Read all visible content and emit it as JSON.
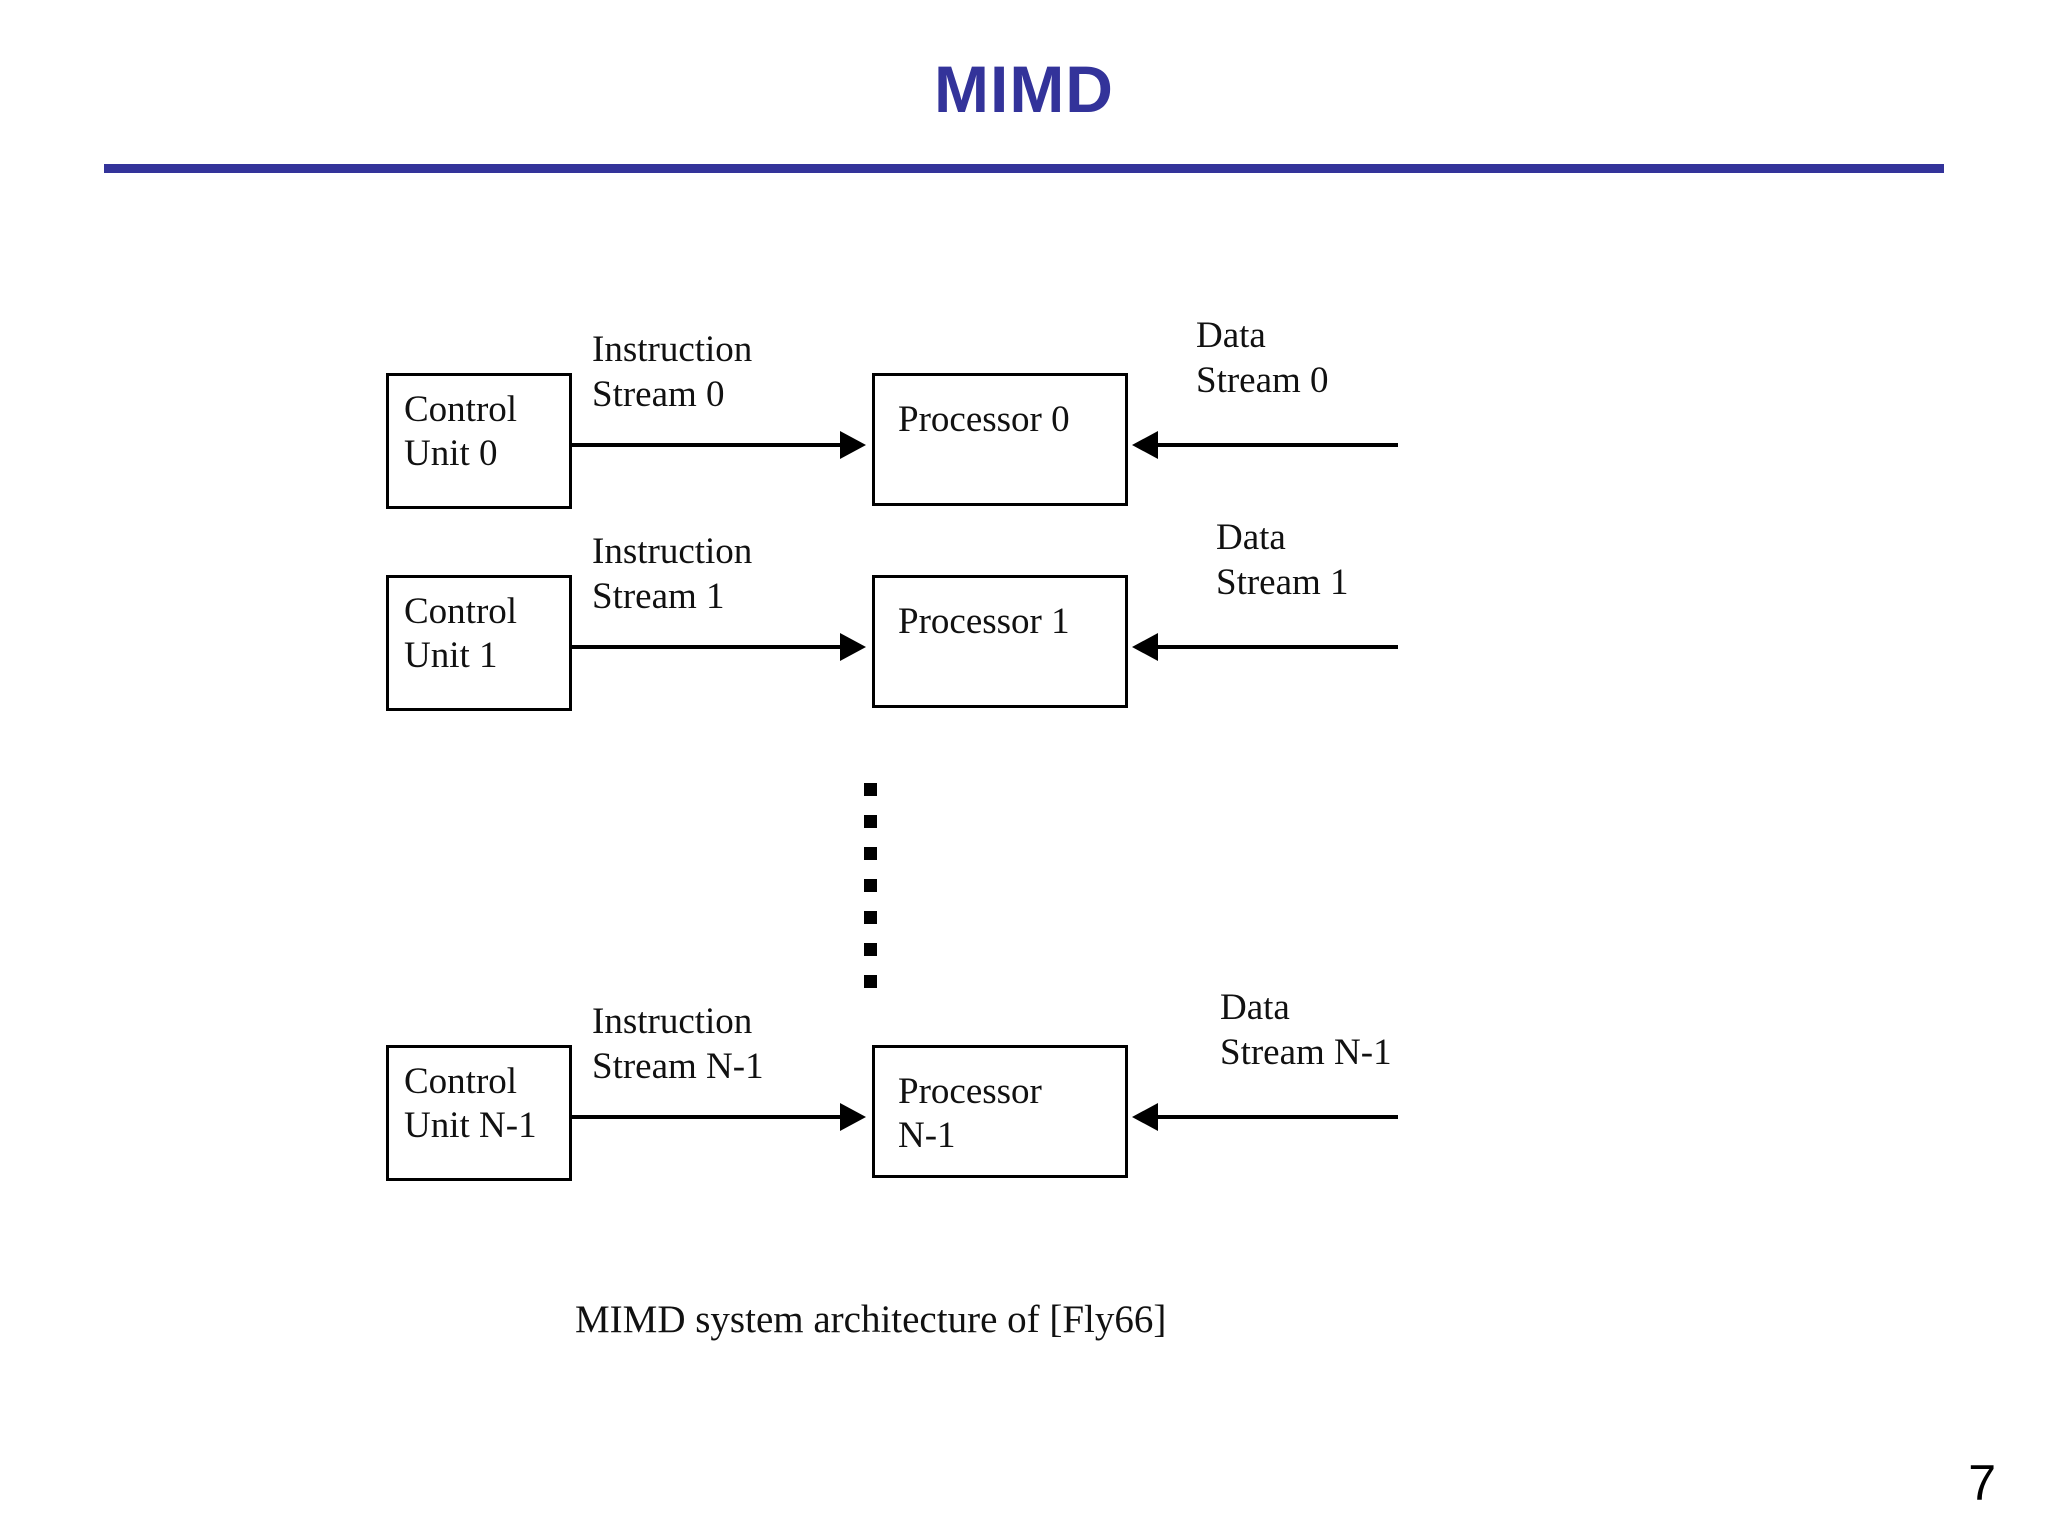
{
  "slide": {
    "title": "MIMD",
    "title_color": "#33339a",
    "rule_color": "#33339a",
    "page_number": "7",
    "caption": "MIMD system architecture of [Fly66]"
  },
  "diagram": {
    "name": "mimd-system-architecture",
    "rows": [
      {
        "id": "row-0",
        "control_unit": "Control\nUnit 0",
        "instruction_label": "Instruction\nStream 0",
        "processor": "Processor 0",
        "data_label": "Data\nStream 0"
      },
      {
        "id": "row-1",
        "control_unit": "Control\nUnit 1",
        "instruction_label": "Instruction\nStream 1",
        "processor": "Processor 1",
        "data_label": "Data\nStream 1"
      },
      {
        "id": "row-n",
        "control_unit": "Control\nUnit N-1",
        "instruction_label": "Instruction\nStream N-1",
        "processor": "Processor\nN-1",
        "data_label": "Data\nStream N-1"
      }
    ],
    "ellipsis": {
      "name": "vertical-ellipsis",
      "dot_count": 7,
      "glyph": "▪"
    }
  }
}
